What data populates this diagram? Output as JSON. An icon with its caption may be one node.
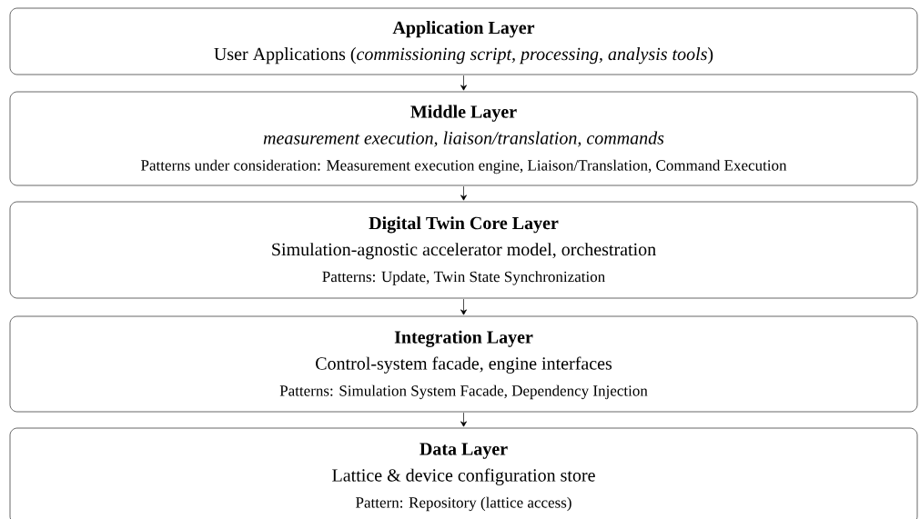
{
  "diagram": {
    "nodes": [
      {
        "text": [
          "Application Layer",
          "User Applications (*commissioning script, processing, analysis tools*)"
        ]
      },
      {
        "text": [
          "Middle Layer",
          "measurement execution, liaison/translation, commands",
          "Patterns under consideration: Measurement execution engine, Liaison/Translation, Command Execution"
        ]
      },
      {
        "text": [
          "Digital Twin Core Layer",
          "Simulation-agnostic accelerator model, orchestration",
          "Patterns: Update, Twin State Synchronization"
        ]
      },
      {
        "text": [
          "Integration Layer",
          "Control-system facade, engine interfaces",
          "Patterns: Simulation System Facade, Dependency Injection"
        ]
      },
      {
        "text": [
          "Data Layer",
          "Lattice & device configuration store",
          "Pattern: Repository (lattice access)"
        ]
      }
    ],
    "edges": [
      {
        "from": 0,
        "to": 1,
        "arrow": "to"
      },
      {
        "from": 1,
        "to": 2,
        "arrow": "to"
      },
      {
        "from": 2,
        "to": 3,
        "arrow": "to"
      },
      {
        "from": 3,
        "to": 4,
        "arrow": "to"
      }
    ]
  }
}
